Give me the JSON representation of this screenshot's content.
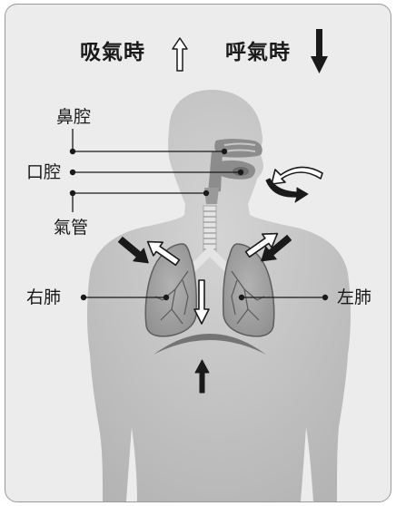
{
  "header": {
    "inhale_label": "吸氣時",
    "exhale_label": "呼氣時"
  },
  "labels": {
    "nasal_cavity": "鼻腔",
    "oral_cavity": "口腔",
    "trachea": "氣管",
    "right_lung": "右肺",
    "left_lung": "左肺"
  },
  "colors": {
    "background": "#ececec",
    "body": "#c4c4c4",
    "lungs": "#a3a3a3",
    "airway": "#8c8c8c",
    "diaphragm": "#747474",
    "leader_lines": "#1a1a1a"
  }
}
